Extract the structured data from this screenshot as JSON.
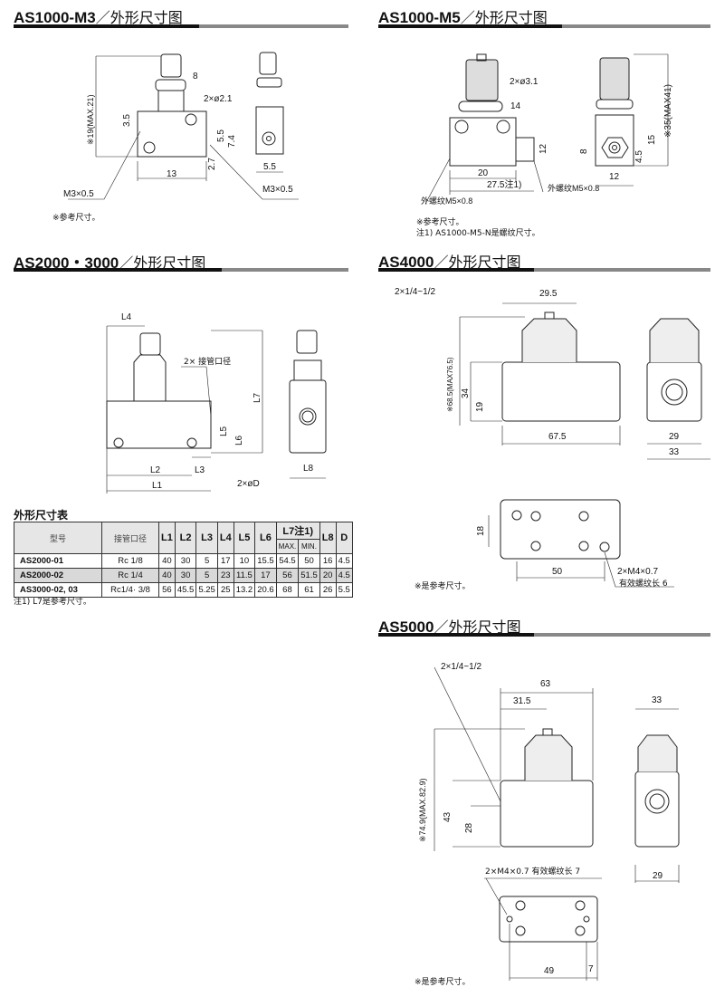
{
  "sections": {
    "as1000m3": {
      "model": "AS1000-M3",
      "title": "／外形尺寸图",
      "dims": [
        "8",
        "2×ø2.1",
        "3.5",
        "※19(MAX.21)",
        "5.5",
        "7.4",
        "2.7",
        "13",
        "M3×0.5",
        "M3×0.5",
        "5.5"
      ],
      "note": "※参考尺寸。"
    },
    "as1000m5": {
      "model": "AS1000-M5",
      "title": "／外形尺寸图",
      "dims": [
        "2×ø3.1",
        "14",
        "12",
        "20",
        "27.5注1)",
        "外螺纹M5×0.8",
        "外螺纹M5×0.8",
        "8",
        "4.5",
        "15",
        "※35(MAX41)",
        "12"
      ],
      "note1": "※参考尺寸。",
      "note2": "注1) AS1000-M5-N是螺纹尺寸。"
    },
    "as2000": {
      "model": "AS2000・3000",
      "title": "／外形尺寸图",
      "dims": [
        "L4",
        "2× 接管口径",
        "L7",
        "L5",
        "L6",
        "L2",
        "L3",
        "L1",
        "2×øD",
        "L8"
      ]
    },
    "as4000": {
      "model": "AS4000",
      "title": "／外形尺寸图",
      "dims": [
        "2×1/4~1/2",
        "29.5",
        "※68.5(MAX76.5)",
        "34",
        "19",
        "67.5",
        "29",
        "33",
        "18",
        "50",
        "2×M4×0.7",
        "有效螺纹长 6"
      ],
      "note": "※是参考尺寸。"
    },
    "as5000": {
      "model": "AS5000",
      "title": "／外形尺寸图",
      "dims": [
        "2×1/4~1/2",
        "63",
        "31.5",
        "※74.9(MAX.82.9)",
        "43",
        "28",
        "33",
        "29",
        "2×M4×0.7  有效螺纹长  7",
        "49",
        "7"
      ],
      "note": "※是参考尺寸。"
    }
  },
  "table": {
    "title": "外形尺寸表",
    "headers": [
      "型号",
      "接管口径",
      "L1",
      "L2",
      "L3",
      "L4",
      "L5",
      "L6",
      "L7注1)",
      "L8",
      "D"
    ],
    "subheaders": [
      "MAX.",
      "MIN."
    ],
    "rows": [
      [
        "AS2000-01",
        "Rc 1/8",
        "40",
        "30",
        "5",
        "17",
        "10",
        "15.5",
        "54.5",
        "50",
        "16",
        "4.5"
      ],
      [
        "AS2000-02",
        "Rc 1/4",
        "40",
        "30",
        "5",
        "23",
        "11.5",
        "17",
        "56",
        "51.5",
        "20",
        "4.5"
      ],
      [
        "AS3000-02, 03",
        "Rc1/4· 3/8",
        "56",
        "45.5",
        "5.25",
        "25",
        "13.2",
        "20.6",
        "68",
        "61",
        "26",
        "5.5"
      ]
    ],
    "note": "注1) L7是参考尺寸。"
  }
}
